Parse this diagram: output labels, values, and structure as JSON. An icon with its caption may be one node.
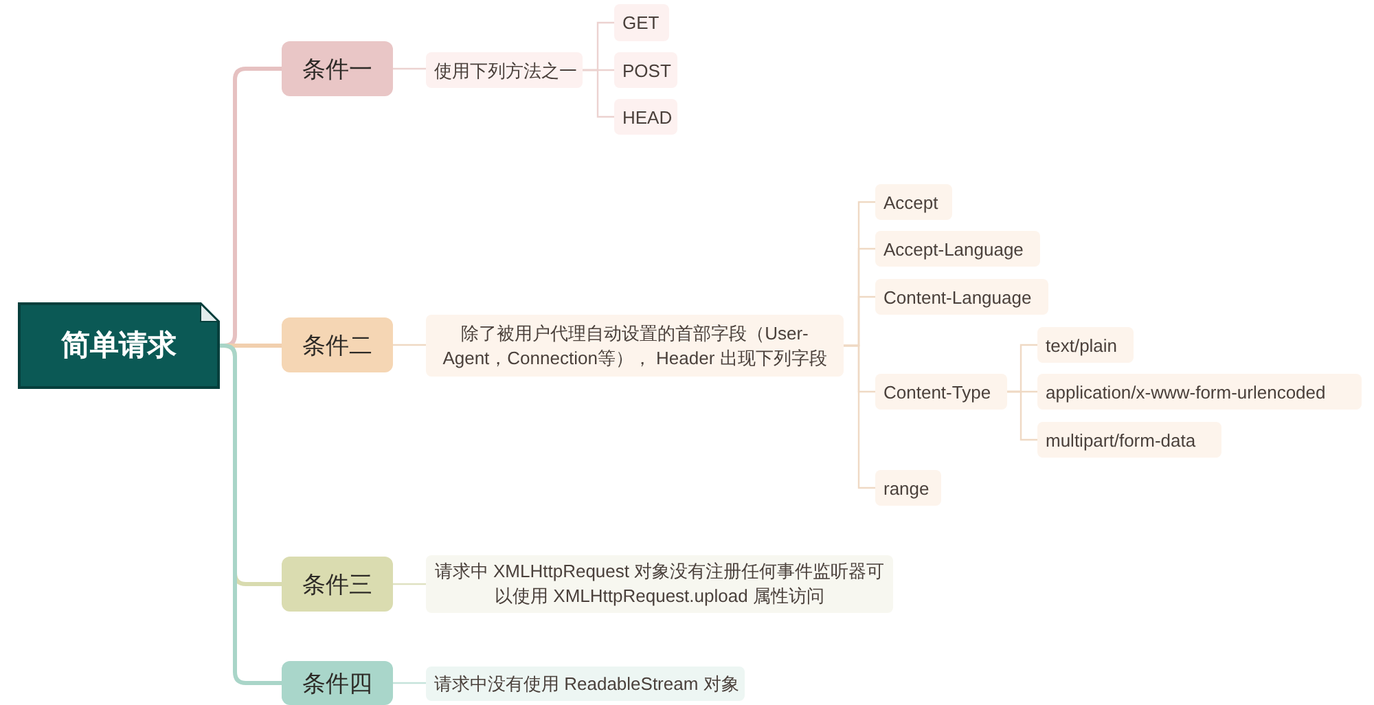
{
  "diagram": {
    "nodes": [
      {
        "text": [
          "简单请求"
        ]
      },
      {
        "text": [
          "条件一"
        ]
      },
      {
        "text": [
          "使用下列方法之一"
        ]
      },
      {
        "text": [
          "GET"
        ]
      },
      {
        "text": [
          "POST"
        ]
      },
      {
        "text": [
          "HEAD"
        ]
      },
      {
        "text": [
          "条件二"
        ]
      },
      {
        "text": [
          "除了被用户代理自动设置的首部字段（User-Agent，Connection等）， Header 出现下列字段"
        ]
      },
      {
        "text": [
          "Accept"
        ]
      },
      {
        "text": [
          "Accept-Language"
        ]
      },
      {
        "text": [
          "Content-Language"
        ]
      },
      {
        "text": [
          "Content-Type"
        ]
      },
      {
        "text": [
          "text/plain"
        ]
      },
      {
        "text": [
          "application/x-www-form-urlencoded"
        ]
      },
      {
        "text": [
          "multipart/form-data"
        ]
      },
      {
        "text": [
          "range"
        ]
      },
      {
        "text": [
          "条件三"
        ]
      },
      {
        "text": [
          "请求中 XMLHttpRequest 对象没有注册任何事件监听器可以使用 XMLHttpRequest.upload 属性访问"
        ]
      },
      {
        "text": [
          "条件四"
        ]
      },
      {
        "text": [
          "请求中没有使用 ReadableStream 对象"
        ]
      }
    ],
    "edges": [
      {
        "from": 0,
        "to": 1,
        "arrow": "none",
        "style": "thick",
        "color": "#e6c1c1"
      },
      {
        "from": 1,
        "to": 2,
        "arrow": "none",
        "color": "#ecd2d0"
      },
      {
        "from": 2,
        "to": 3,
        "arrow": "none",
        "color": "#ecd2d0"
      },
      {
        "from": 2,
        "to": 4,
        "arrow": "none",
        "color": "#ecd2d0"
      },
      {
        "from": 2,
        "to": 5,
        "arrow": "none",
        "color": "#ecd2d0"
      },
      {
        "from": 0,
        "to": 6,
        "arrow": "none",
        "style": "thick",
        "color": "#f1cfae"
      },
      {
        "from": 6,
        "to": 7,
        "arrow": "none",
        "color": "#efd9c4"
      },
      {
        "from": 7,
        "to": 8,
        "arrow": "none",
        "color": "#efd9c4"
      },
      {
        "from": 7,
        "to": 9,
        "arrow": "none",
        "color": "#efd9c4"
      },
      {
        "from": 7,
        "to": 10,
        "arrow": "none",
        "color": "#efd9c4"
      },
      {
        "from": 7,
        "to": 11,
        "arrow": "none",
        "color": "#efd9c4"
      },
      {
        "from": 11,
        "to": 12,
        "arrow": "none",
        "color": "#efd9c4"
      },
      {
        "from": 11,
        "to": 13,
        "arrow": "none",
        "color": "#efd9c4"
      },
      {
        "from": 11,
        "to": 14,
        "arrow": "none",
        "color": "#efd9c4"
      },
      {
        "from": 7,
        "to": 15,
        "arrow": "none",
        "color": "#efd9c4"
      },
      {
        "from": 0,
        "to": 16,
        "arrow": "none",
        "style": "thick",
        "color": "#d8dbaf"
      },
      {
        "from": 16,
        "to": 17,
        "arrow": "none",
        "color": "#dfe1c2"
      },
      {
        "from": 0,
        "to": 18,
        "arrow": "none",
        "style": "thick",
        "color": "#a9d5c8"
      },
      {
        "from": 18,
        "to": 19,
        "arrow": "none",
        "color": "#c5e3db"
      }
    ]
  }
}
